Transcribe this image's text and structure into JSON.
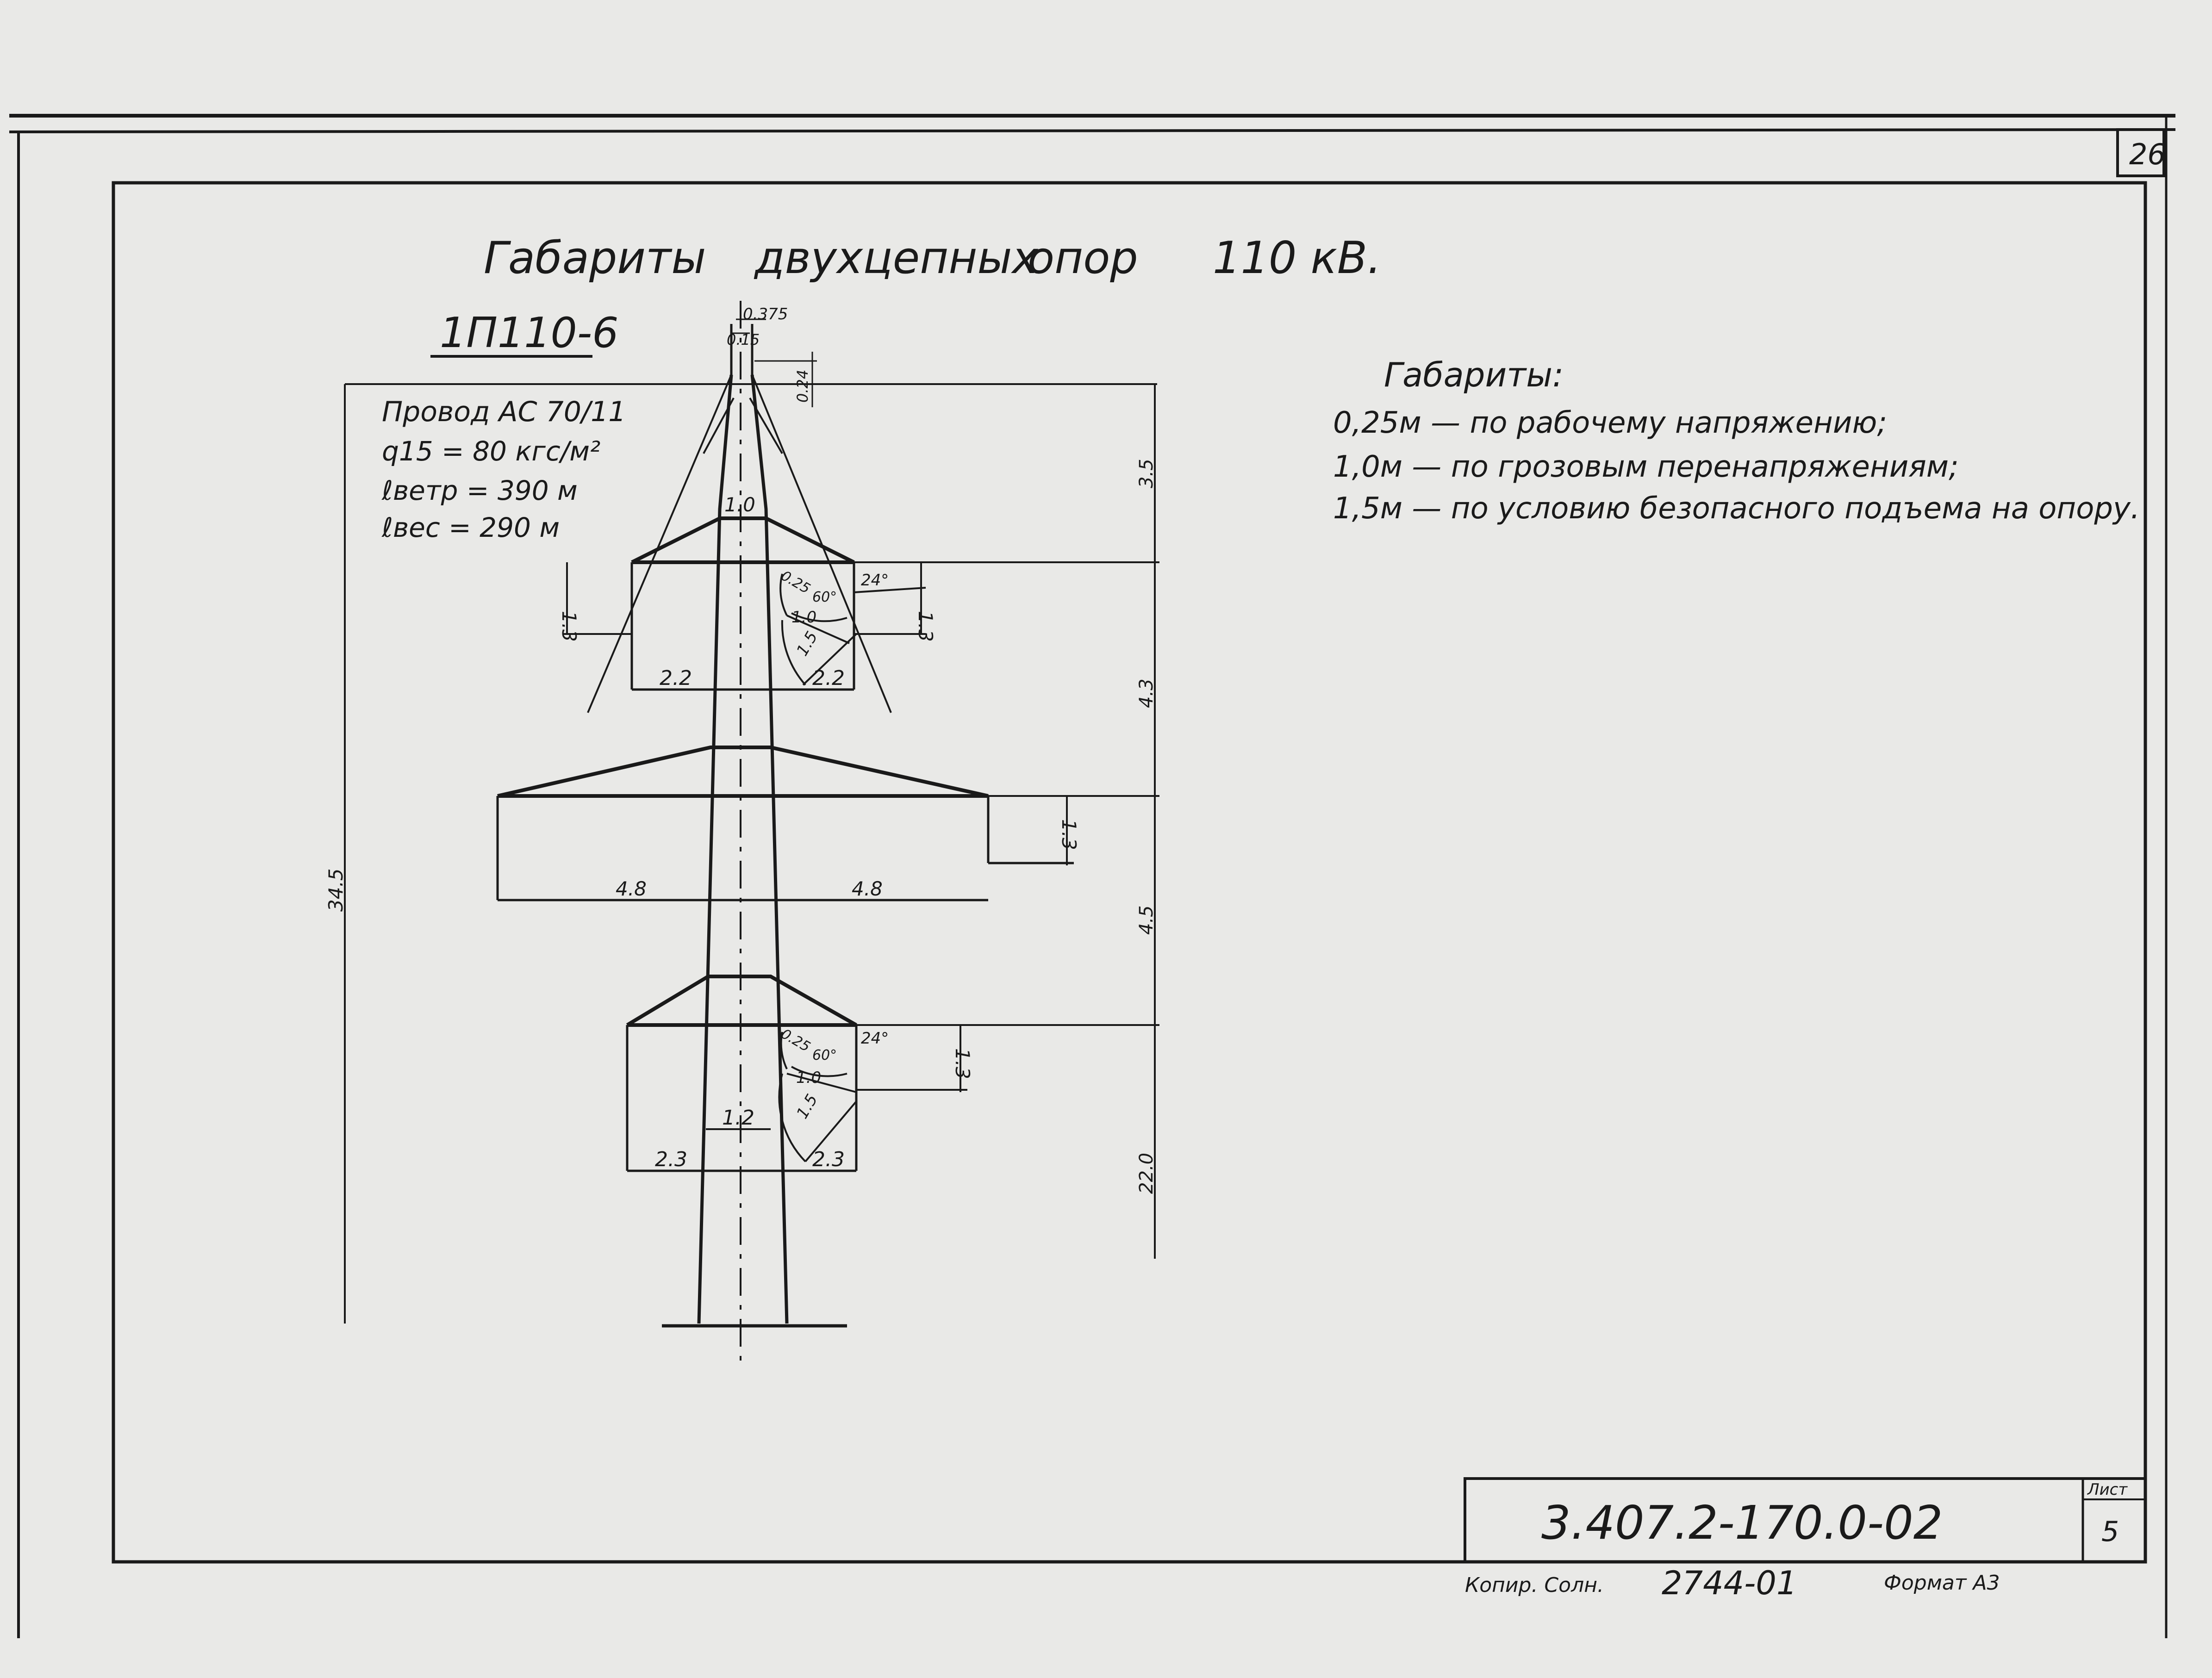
{
  "page_number": "26",
  "title": {
    "word1": "Габариты",
    "word2": "двухцепных",
    "word3": "опор",
    "word4": "110 кВ."
  },
  "tower_code": "1П110-6",
  "wire_info": {
    "line1": "Провод АС 70/11",
    "line2": "q15 = 80 кгс/м²",
    "line3": "ℓветр = 390 м",
    "line4": "ℓвес = 290 м"
  },
  "clearances": {
    "heading": "Габариты:",
    "items": [
      "0,25м — по рабочему напряжению;",
      "1,0м — по грозовым перенапряжениям;",
      "1,5м — по условию безопасного подъема на опору."
    ]
  },
  "dims": {
    "top_0375": "0.375",
    "top_015": "0.15",
    "top_024": "0.24",
    "v_35": "3.5",
    "v_43": "4.3",
    "v_45": "4.5",
    "v_220": "22.0",
    "v_345": "34.5",
    "top_10": "1.0",
    "upper_13_left": "1.3",
    "upper_13_right": "1.3",
    "upper_22_left": "2.2",
    "upper_22_right": "2.2",
    "upper_025": "0.25",
    "upper_60": "60°",
    "upper_24": "24°",
    "upper_10": "1.0",
    "upper_15": "1.5",
    "mid_48_left": "4.8",
    "mid_48_right": "4.8",
    "mid_13": "1.3",
    "low_12": "1.2",
    "low_13": "1.3",
    "low_23_left": "2.3",
    "low_23_right": "2.3",
    "low_025": "0.25",
    "low_60": "60°",
    "low_24": "24°",
    "low_10": "1.0",
    "low_15": "1.5"
  },
  "title_block": {
    "drawing_number": "3.407.2-170.0-02",
    "sheet_label": "Лист",
    "sheet_number": "5",
    "copied_label": "Копир. Солн.",
    "inventory_number": "2744-01",
    "format_label": "Формат А3"
  },
  "colors": {
    "ink": "#1a1a1a",
    "paper": "#e9e9e7"
  }
}
